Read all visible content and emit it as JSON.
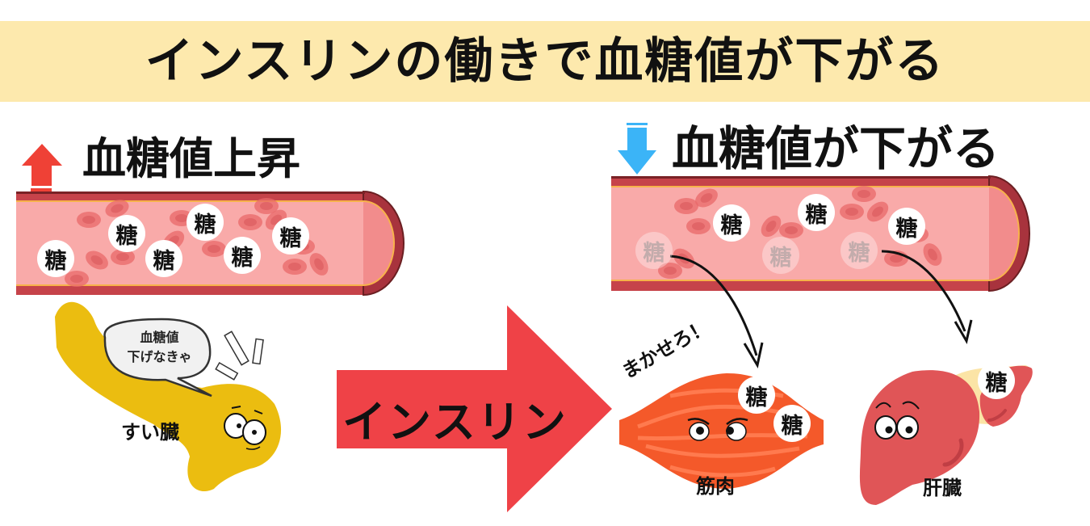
{
  "title": "インスリンの働きで血糖値が下がる",
  "left_panel": {
    "heading": "血糖値上昇",
    "arrow_icon": "up-arrow",
    "arrow_color": "#ef4136",
    "sugar_label": "糖",
    "sugar_count": 6
  },
  "right_panel": {
    "heading": "血糖値が下がる",
    "arrow_icon": "down-arrow",
    "arrow_color": "#3bb4f7",
    "sugar_label": "糖",
    "sugar_count": 3,
    "faded_sugar_count": 3
  },
  "pancreas": {
    "label": "すい臓",
    "speech_line1": "血糖値",
    "speech_line2": "下げなきゃ"
  },
  "insulin_arrow": {
    "label": "インスリン",
    "color": "#ef4247"
  },
  "muscle": {
    "label": "筋肉",
    "speech": "まかせろ！",
    "sugar_label": "糖"
  },
  "liver": {
    "label": "肝臓",
    "sugar_label": "糖"
  },
  "colors": {
    "banner": "#fde9ad",
    "vessel_wall": "#c6434a",
    "vessel_inner": "#f9aaa9",
    "pancreas": "#ebbd10",
    "muscle": "#f4592a",
    "liver": "#e05557"
  }
}
